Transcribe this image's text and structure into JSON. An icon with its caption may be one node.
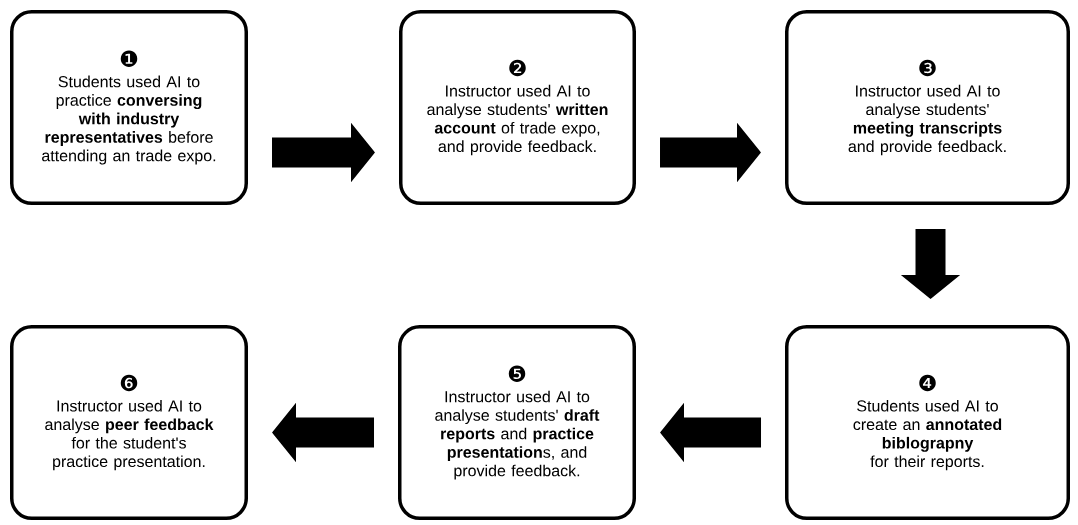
{
  "diagram": {
    "nodes": [
      {
        "text": [
          "❶",
          "Students used AI to practice **conversing with industry representatives** before attending an trade expo."
        ]
      },
      {
        "text": [
          "❷",
          "Instructor used AI to analyse students' **written account** of trade expo, and provide feedback."
        ]
      },
      {
        "text": [
          "❸",
          "Instructor used AI to analyse students' **meeting transcripts** and provide feedback."
        ]
      },
      {
        "text": [
          "❹",
          "Students used AI to create an **annotated biblograpny** for their reports."
        ]
      },
      {
        "text": [
          "❺",
          "Instructor used AI to analyse students' **draft reports** and **practice presentation**s, and provide feedback."
        ]
      },
      {
        "text": [
          "❻",
          "Instructor used AI to analyse **peer feedback** for the student's practice presentation."
        ]
      }
    ],
    "edges": [
      {
        "from": 0,
        "to": 1,
        "arrow": "to"
      },
      {
        "from": 1,
        "to": 2,
        "arrow": "to"
      },
      {
        "from": 2,
        "to": 3,
        "arrow": "to"
      },
      {
        "from": 3,
        "to": 4,
        "arrow": "to"
      },
      {
        "from": 4,
        "to": 5,
        "arrow": "to"
      }
    ]
  }
}
